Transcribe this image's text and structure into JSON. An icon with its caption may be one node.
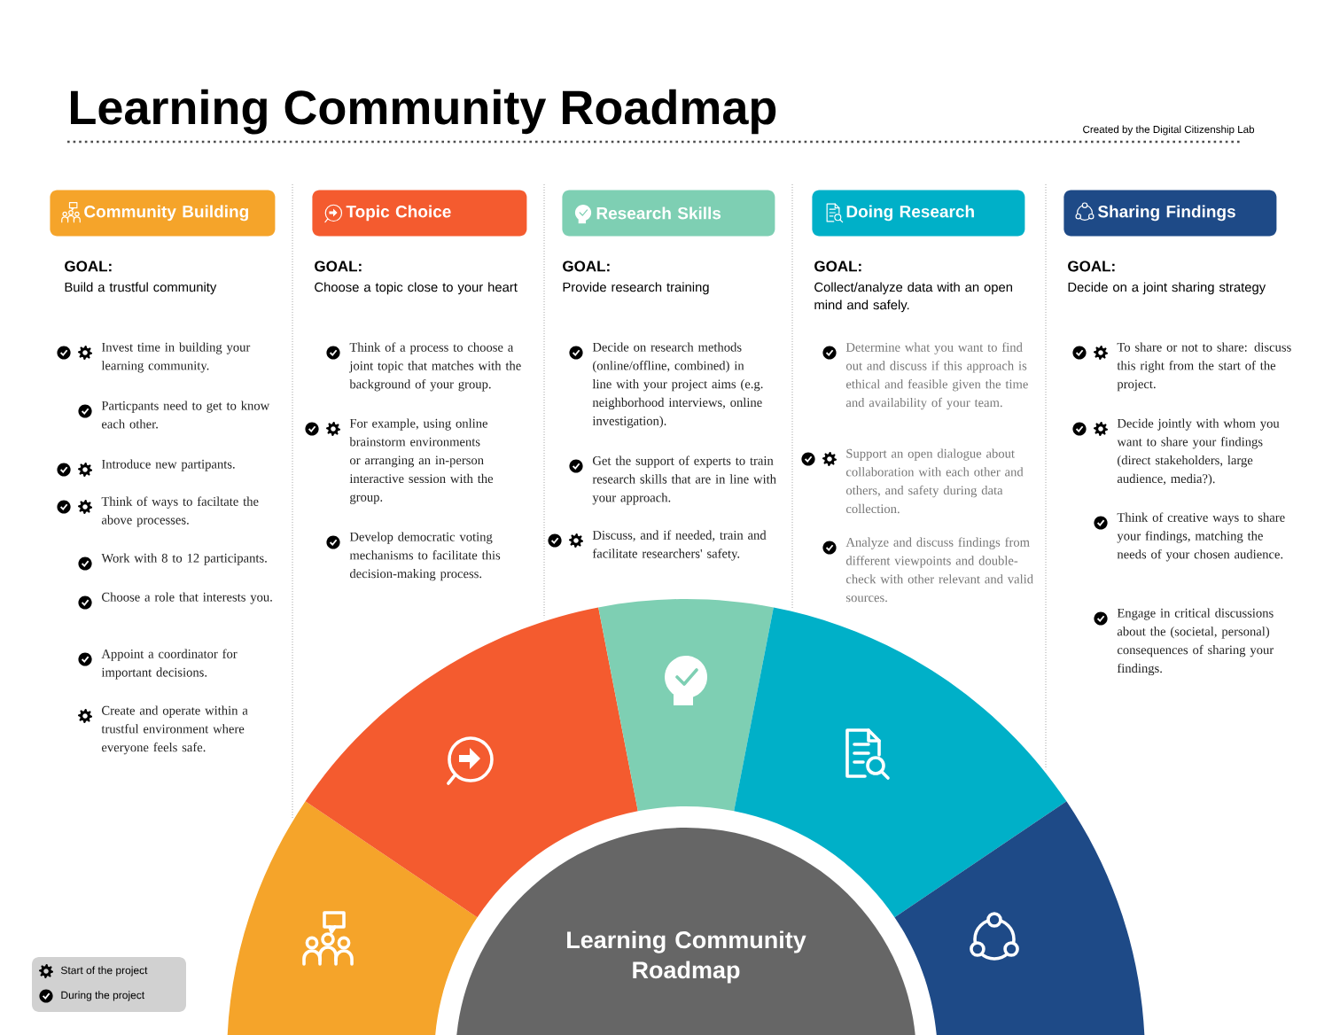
{
  "diagram": {
    "title": "Learning Community Roadmap",
    "nodes": [
      {
        "text": [
          "Community Building"
        ]
      },
      {
        "text": [
          "Topic Choice"
        ]
      },
      {
        "text": [
          "Research Skills"
        ]
      },
      {
        "text": [
          "Doing Research"
        ]
      },
      {
        "text": [
          "Sharing Findings"
        ]
      },
      {
        "text": [],
        "shape": "sector"
      },
      {
        "text": [],
        "shape": "sector"
      },
      {
        "text": [],
        "shape": "sector"
      },
      {
        "text": [],
        "shape": "sector"
      },
      {
        "text": [],
        "shape": "sector"
      },
      {
        "text": [
          "Learning Community Roadmap"
        ]
      }
    ],
    "labels": [
      "Created by the Digital Citizenship Lab",
      "GOAL:",
      "Build a trustful community",
      "Invest time in building your learning community.",
      "Particpants need to get to know each other.",
      "Introduce new partipants.",
      "Think of ways to faciltate the above processes.",
      "Work with 8 to 12 participants.",
      "Choose a role that interests you.",
      "Appoint a coordinator for important decisions.",
      "Create and operate within a trustful environment where everyone feels safe.",
      "GOAL:",
      "Choose a topic close to your heart",
      "Think of a process to choose a joint topic that matches with the background of your group.",
      "For example, using online brainstorm environments or arranging an in-person interactive session with the group.",
      "Develop democratic voting mechanisms to facilitate this decision-making process.",
      "GOAL:",
      "Provide research training",
      "Decide on research methods (online/offline, combined) in line with your project aims (e.g. neighborhood interviews, online investigation).",
      "Get the support of experts to train research skills that are in line with your approach.",
      "Discuss, and if needed, train and facilitate researchers' safety.",
      "GOAL:",
      "Collect/analyze data with an open mind and safely.",
      "Determine what you want to find out and discuss if this approach is ethical and feasible given the time and availability of your team.",
      "Support an open dialogue about collaboration with each other and others, and safety during data collection.",
      "Analyze and discuss findings from different viewpoints and double-check with other relevant and valid sources.",
      "GOAL:",
      "Decide on a joint sharing strategy",
      "To share or not to share: discuss this right from the start of the project.",
      "Decide jointly with whom you want to share your findings (direct stakeholders, large audience, media?).",
      "Think of creative ways to share your findings, matching the needs of your chosen audience.",
      "Engage in critical discussions about the (societal, personal) consequences of sharing your findings."
    ],
    "legend": [
      {
        "text": "Start of the project"
      },
      {
        "text": "During the project"
      }
    ]
  }
}
